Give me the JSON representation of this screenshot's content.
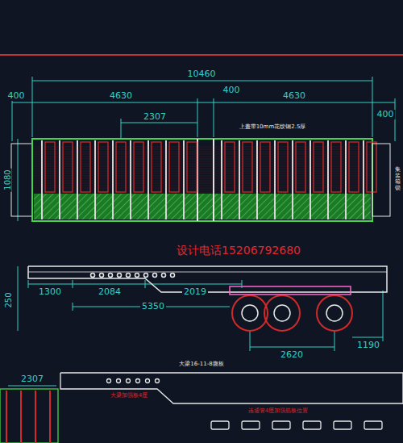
{
  "diagram": {
    "labels": [
      "10460",
      "400",
      "4630",
      "400",
      "4630",
      "400",
      "2307",
      "1080",
      "上盖带10mm花纹钢2.5厚",
      "集装箱锁",
      "设计电话15206792680",
      "250",
      "1300",
      "2084",
      "5350",
      "2019",
      "2620",
      "1190",
      "2307",
      "大梁16-11-8腹板",
      "大梁加强板4厘",
      "连通管4厘加强筋板位置"
    ]
  }
}
